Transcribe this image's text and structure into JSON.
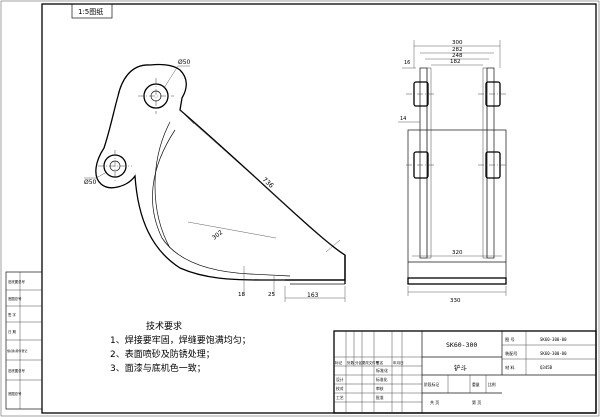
{
  "title_block": {
    "name": "SK60-300",
    "part": "铲斗",
    "drawing_no_label": "图 号",
    "drawing_no": "SK60-300-00",
    "assembly_no_label": "装配号",
    "assembly_no": "SK60-300-00",
    "material_label": "材 料",
    "material": "Q345B",
    "mark_label": "标记",
    "count_label": "处数",
    "zone_label": "分区",
    "change_doc_label": "更改文件号",
    "signature_label": "签名",
    "date_label": "年月日",
    "design_label": "设计",
    "standard_label": "标准化",
    "check_label": "校对",
    "review_label": "审核",
    "approve_label": "批准",
    "process_label": "工艺",
    "stage_label": "阶段标记",
    "weight_label": "重量",
    "scale_label": "比例",
    "sheet_total": "共 页",
    "sheet_no": "第 页",
    "stamp": "标准化"
  },
  "corner_tag": "1:5图纸",
  "tech_requirements": {
    "heading": "技术要求",
    "items": [
      "1、焊接要牢固，焊缝要饱满均匀；",
      "2、表面喷砂及防锈处理；",
      "3、面漆与底机色一致；"
    ]
  },
  "side_view_dims": {
    "pin_top": "Ø50",
    "pin_bottom": "Ø50",
    "long_edge": "736",
    "inner_depth": "302",
    "lip": "163",
    "small_a": "18",
    "small_b": "25"
  },
  "front_view_dims": {
    "w_overall": "300",
    "w_282": "282",
    "w_248": "248",
    "w_182": "182",
    "ear": "16",
    "offset": "14",
    "inner_width": "320",
    "bottom_width": "330"
  },
  "margin_labels": [
    "旧底图总号",
    "底图总号",
    "签 字",
    "日 期",
    "借(通)用件登记",
    "旧底图总号",
    "底图总号"
  ]
}
